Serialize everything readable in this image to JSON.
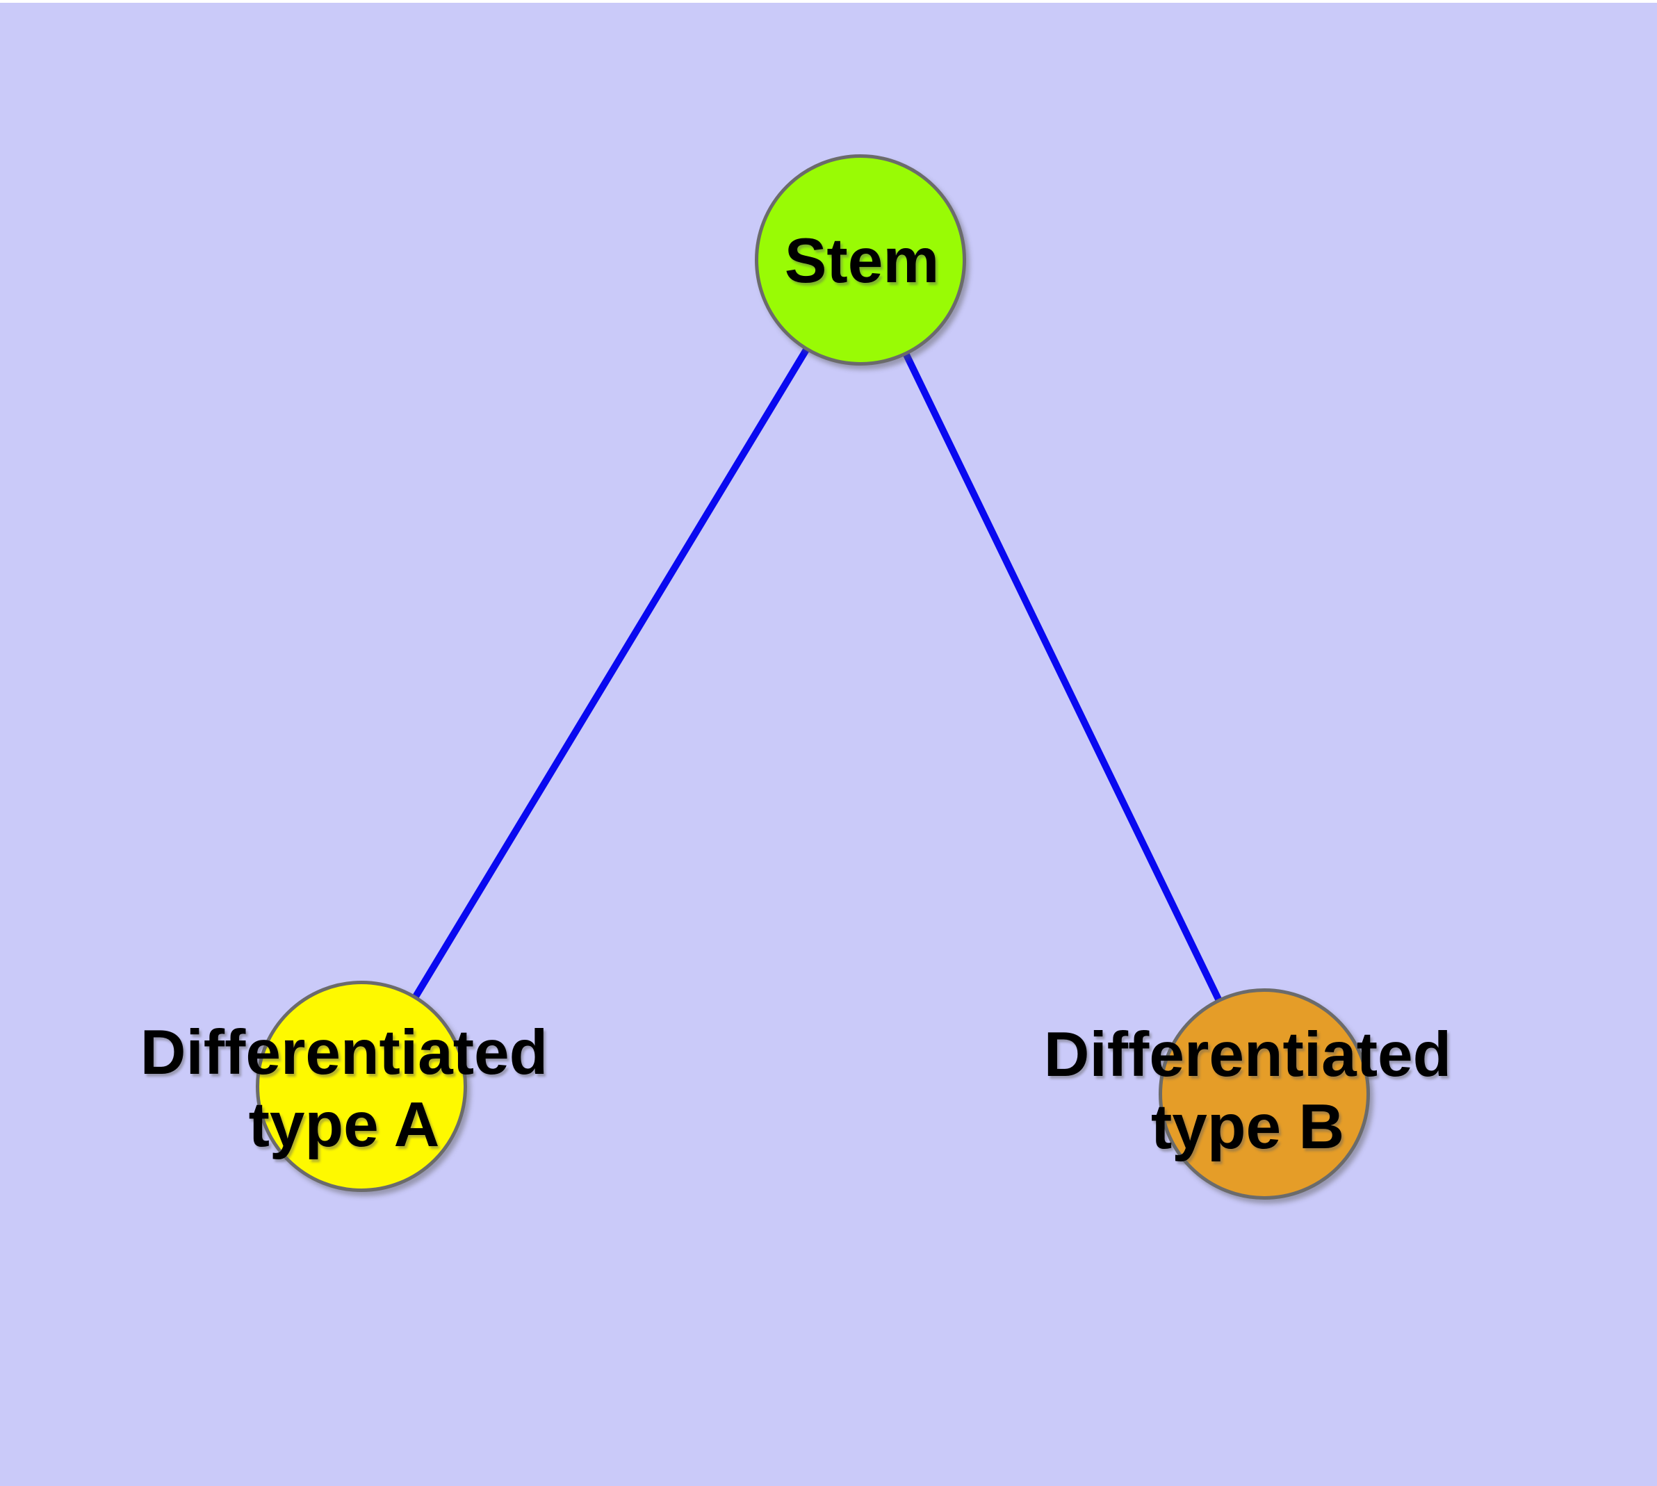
{
  "background_color": "#CACAF9",
  "edge_color": "#0909F0",
  "node_border_color": "#6B6B6B",
  "nodes": [
    {
      "id": "stem",
      "label_lines": [
        "Stem"
      ],
      "fill": "#99FB05"
    },
    {
      "id": "diff-a",
      "label_lines": [
        "Differentiated",
        "type A"
      ],
      "fill": "#FEF900"
    },
    {
      "id": "diff-b",
      "label_lines": [
        "Differentiated",
        "type B"
      ],
      "fill": "#E59D28"
    }
  ],
  "edges": [
    {
      "from": "Stem",
      "to": "Differentiated type A"
    },
    {
      "from": "Stem",
      "to": "Differentiated type B"
    }
  ]
}
